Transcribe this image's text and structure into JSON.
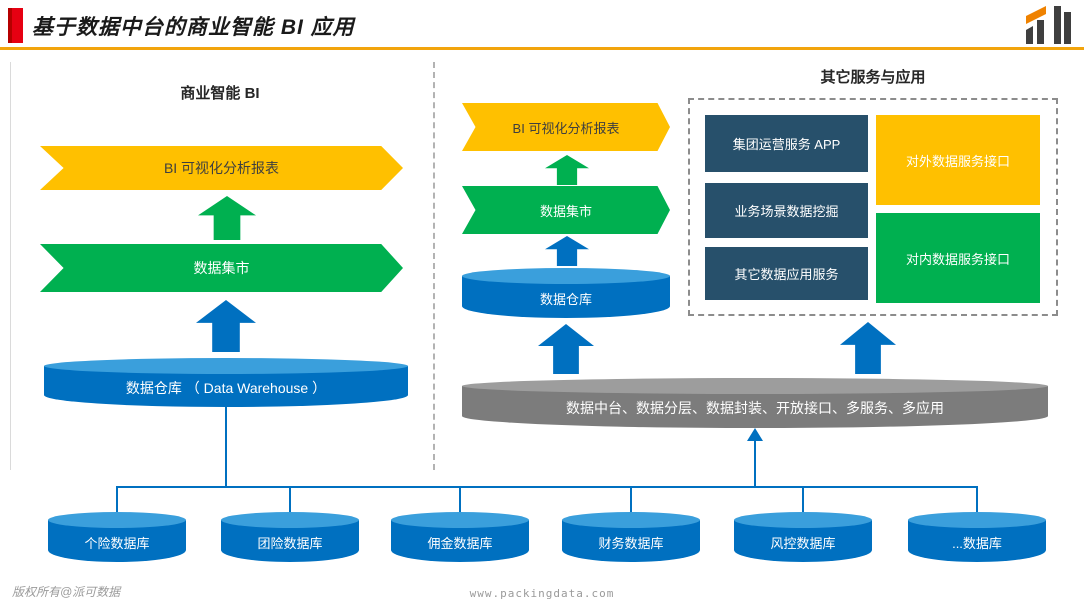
{
  "header": {
    "title": "基于数据中台的商业智能 BI 应用"
  },
  "left_panel": {
    "heading": "商业智能 BI",
    "report_banner": "BI 可视化分析报表",
    "mart_banner": "数据集市",
    "warehouse": "数据仓库 （ Data Warehouse ）"
  },
  "middle_stack": {
    "report_banner": "BI 可视化分析报表",
    "mart_banner": "数据集市",
    "warehouse": "数据仓库"
  },
  "services_panel": {
    "heading": "其它服务与应用",
    "boxes": [
      {
        "label": "集团运营服务 APP",
        "color": "#27506b"
      },
      {
        "label": "业务场景数据挖掘",
        "color": "#27506b"
      },
      {
        "label": "其它数据应用服务",
        "color": "#27506b"
      },
      {
        "label": "对外数据服务接口",
        "color": "#ffc000"
      },
      {
        "label": "对内数据服务接口",
        "color": "#00b050"
      }
    ]
  },
  "platform": {
    "label": "数据中台、数据分层、数据封装、开放接口、多服务、多应用"
  },
  "databases": [
    {
      "label": "个险数据库"
    },
    {
      "label": "团险数据库"
    },
    {
      "label": "佣金数据库"
    },
    {
      "label": "财务数据库"
    },
    {
      "label": "风控数据库"
    },
    {
      "label": "...数据库"
    }
  ],
  "footer": {
    "copyright": "版权所有@派可数据",
    "website": "www.packingdata.com"
  },
  "colors": {
    "accent_red": "#e60012",
    "rule_orange": "#f2a40c",
    "banner_yellow": "#ffc000",
    "green": "#00b050",
    "blue": "#0070c0",
    "navy": "#27506b",
    "platform_gray": "#7c7c7c"
  }
}
